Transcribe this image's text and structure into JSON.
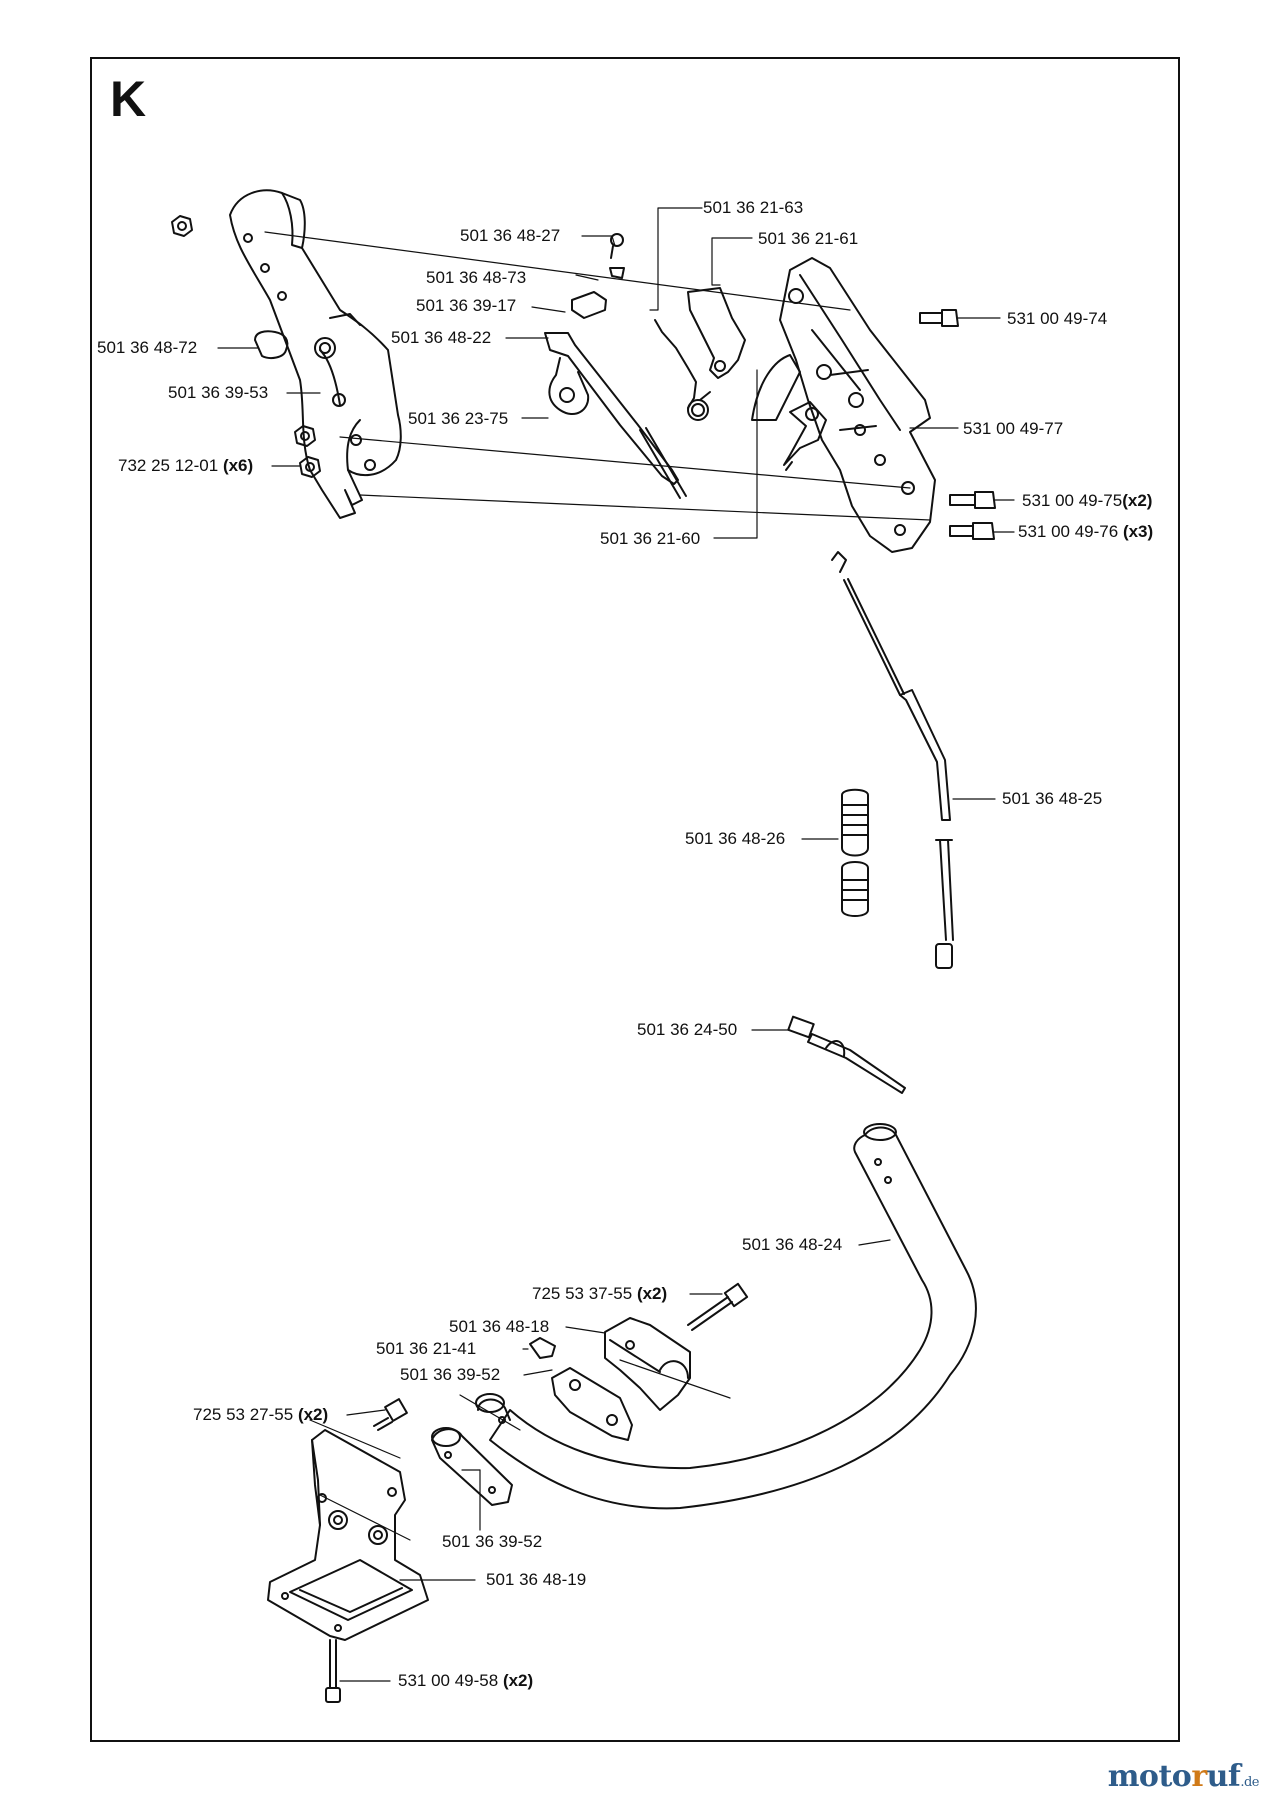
{
  "section": "K",
  "labels": [
    {
      "id": "p01",
      "number": "501 36 48-27",
      "qty": ""
    },
    {
      "id": "p02",
      "number": "501 36 21-63",
      "qty": ""
    },
    {
      "id": "p03",
      "number": "501 36 21-61",
      "qty": ""
    },
    {
      "id": "p04",
      "number": "501 36 48-73",
      "qty": ""
    },
    {
      "id": "p05",
      "number": "501 36 39-17",
      "qty": ""
    },
    {
      "id": "p06",
      "number": "531 00 49-74",
      "qty": ""
    },
    {
      "id": "p07",
      "number": "501 36 48-22",
      "qty": ""
    },
    {
      "id": "p08",
      "number": "501 36 48-72",
      "qty": ""
    },
    {
      "id": "p09",
      "number": "501 36 39-53",
      "qty": ""
    },
    {
      "id": "p10",
      "number": "501 36 23-75",
      "qty": ""
    },
    {
      "id": "p11",
      "number": "531 00 49-77",
      "qty": ""
    },
    {
      "id": "p12",
      "number": "732 25 12-01",
      "qty": "(x6)"
    },
    {
      "id": "p13",
      "number": "531 00 49-75",
      "qty": "(x2)"
    },
    {
      "id": "p14",
      "number": "501 36 21-60",
      "qty": ""
    },
    {
      "id": "p15",
      "number": "531 00 49-76",
      "qty": "(x3)"
    },
    {
      "id": "p16",
      "number": "501 36 48-25",
      "qty": ""
    },
    {
      "id": "p17",
      "number": "501 36 48-26",
      "qty": ""
    },
    {
      "id": "p18",
      "number": "501 36 24-50",
      "qty": ""
    },
    {
      "id": "p19",
      "number": "501 36 48-24",
      "qty": ""
    },
    {
      "id": "p20",
      "number": "725 53 37-55",
      "qty": "(x2)"
    },
    {
      "id": "p21",
      "number": "501 36 48-18",
      "qty": ""
    },
    {
      "id": "p22",
      "number": "501 36 21-41",
      "qty": ""
    },
    {
      "id": "p23",
      "number": "501 36 39-52",
      "qty": ""
    },
    {
      "id": "p24",
      "number": "725 53 27-55",
      "qty": "(x2)"
    },
    {
      "id": "p25",
      "number": "501 36 39-52",
      "qty": ""
    },
    {
      "id": "p26",
      "number": "501 36 48-19",
      "qty": ""
    },
    {
      "id": "p27",
      "number": "531 00 49-58",
      "qty": "(x2)"
    }
  ],
  "brand": {
    "part1": "moto",
    "part2": "r",
    "part3": "uf",
    "suffix": ".de"
  },
  "colors": {
    "line": "#111111",
    "brand_blue": "#2e5c8a",
    "brand_orange": "#d07a18"
  }
}
